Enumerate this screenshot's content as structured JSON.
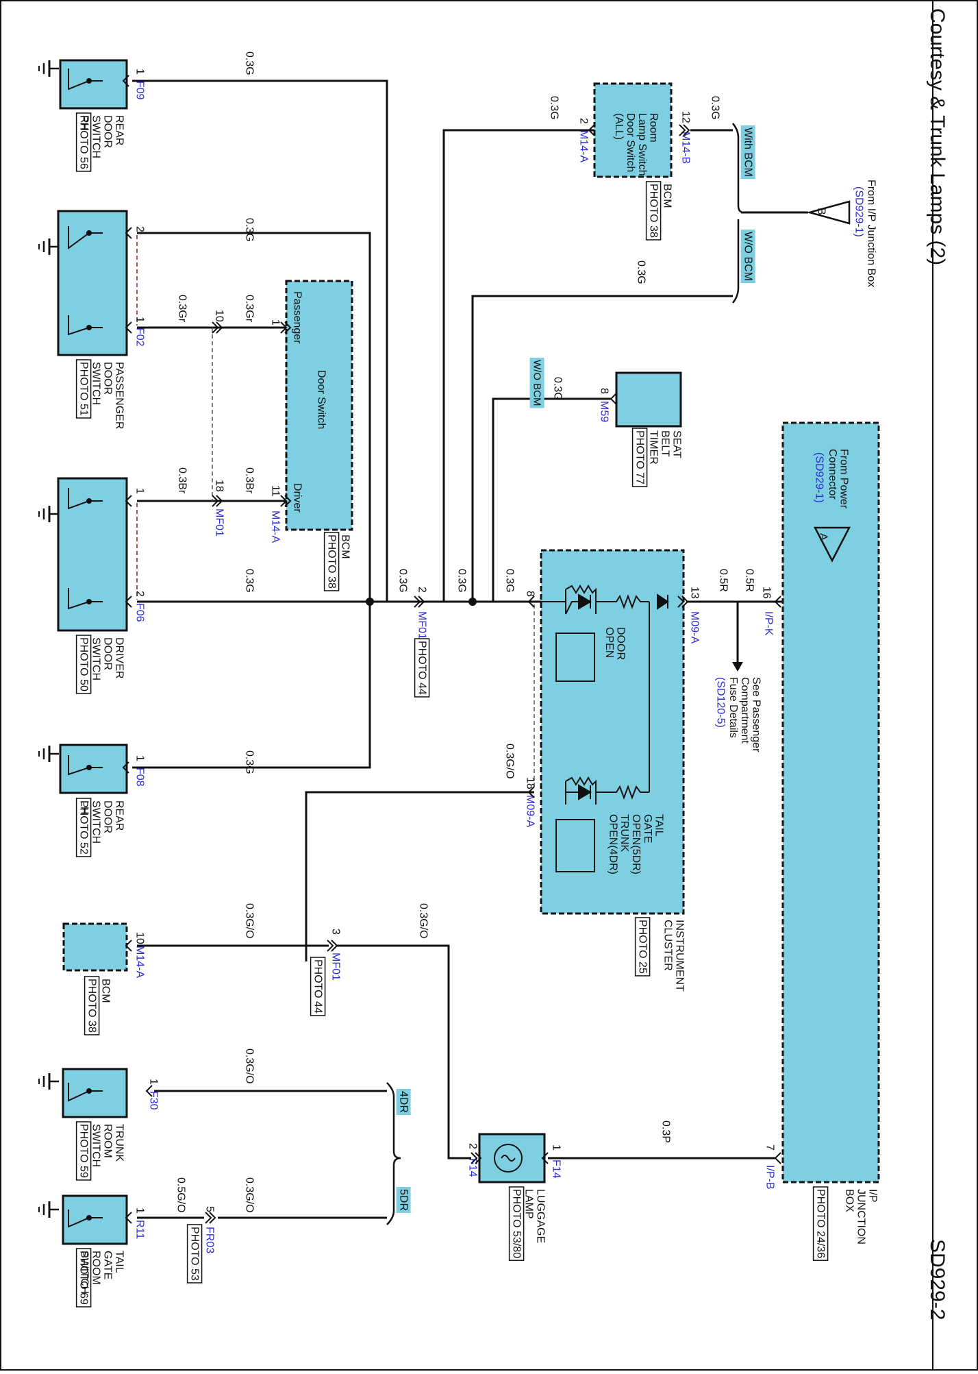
{
  "title": "Courtesy & Trunk Lamps (2)",
  "page_code": "SD929-2",
  "colors": {
    "fill": "#7ecfe2",
    "wire": "#111111",
    "link": "#2b2bd6",
    "dash": "#8b1a1a"
  },
  "from_ip_jb": {
    "line1": "From I/P Junction Box",
    "ref": "(SD929-1)",
    "tag": "B"
  },
  "variants": {
    "with_bcm": "With BCM",
    "wo_bcm": "W/O BCM",
    "wo_bcm_seat": "W/O BCM",
    "dr4": "4DR",
    "dr5": "5DR"
  },
  "rear_door_rh": {
    "name": "REAR DOOR SWITCH RH",
    "photo": "PHOTO 56",
    "pin": "1",
    "conn": "F09",
    "wire": "0.3G"
  },
  "passenger_door": {
    "name": "PASSENGER DOOR SWITCH",
    "photo": "PHOTO 51",
    "pin_top": "2",
    "pin": "1",
    "conn": "F02",
    "wire": "0.3G",
    "wire2": "0.3Gr",
    "wire3": "0.3Gr",
    "mf_pin": "10"
  },
  "bcm_door_switch": {
    "title": "Door Switch",
    "passenger": "Passenger",
    "driver": "Driver",
    "name": "BCM",
    "photo": "PHOTO 38",
    "pin1": "1",
    "pin11": "11",
    "conn": "M14-A"
  },
  "driver_door": {
    "name": "DRIVER DOOR SWITCH",
    "photo": "PHOTO 50",
    "pin_top": "1",
    "pin": "2",
    "conn": "F06",
    "wire_top": "0.3Br",
    "wire_top2": "0.3Br",
    "mf_pin": "18",
    "mf_conn": "MF01",
    "wire": "0.3G"
  },
  "rear_door_lh": {
    "name": "REAR DOOR SWITCH LH",
    "photo": "PHOTO 52",
    "pin": "1",
    "conn": "F08",
    "wire": "0.3G"
  },
  "mf01_center": {
    "pin": "2",
    "conn": "MF01",
    "photo": "PHOTO 44",
    "wire_left": "0.3G",
    "wire_mid": "0.3G",
    "wire_right": "0.3G"
  },
  "room_lamp": {
    "lines": [
      "Room",
      "Lamp Switch",
      "Door Switch",
      "(ALL)"
    ],
    "name": "BCM",
    "photo": "PHOTO 38",
    "pin_left": "2",
    "conn_left": "M14-A",
    "pin_right": "12",
    "conn_right": "M14-B",
    "wire_left": "0.3G",
    "wire_right": "0.3G",
    "wire_wo": "0.3G"
  },
  "seat_belt": {
    "name": "SEAT BELT TIMER",
    "photo": "PHOTO 77",
    "pin": "8",
    "conn": "M59",
    "wire": "0.3G"
  },
  "cluster": {
    "name": "INSTRUMENT CLUSTER",
    "photo": "PHOTO 25",
    "door_open": [
      "DOOR",
      "OPEN"
    ],
    "tail": [
      "TAIL",
      "GATE",
      "OPEN(5DR)",
      "TRUNK",
      "OPEN(4DR)"
    ],
    "pin8": "8",
    "pin13": "13",
    "conn13": "M09-A",
    "pin18": "18",
    "conn18": "M09-A",
    "wire8": "0.3G",
    "wire13": "0.5R",
    "wire18": "0.3G/O"
  },
  "fuse_note": {
    "lines": [
      "See Passenger",
      "Compartment",
      "Fuse Details"
    ],
    "ref": "(SD120-5)"
  },
  "ip_jb": {
    "name": "I/P JUNCTION BOX",
    "photo": "PHOTO 24/36",
    "from_power": [
      "From Power",
      "Connector"
    ],
    "ref": "(SD929-1)",
    "tag": "A",
    "pin16": "16",
    "conn16": "I/P-K",
    "wire16": "0.5R",
    "pin7": "7",
    "conn7": "I/P-B",
    "wire7": "0.3P"
  },
  "bcm_lower": {
    "name": "BCM",
    "photo": "PHOTO 38",
    "pin": "10",
    "conn": "M14-A",
    "wire": "0.3G/O"
  },
  "mf01_lower": {
    "pin": "3",
    "conn": "MF01",
    "photo": "PHOTO 44",
    "wire": "0.3G/O"
  },
  "trunk_room": {
    "name": "TRUNK ROOM SWITCH",
    "photo": "PHOTO 59",
    "pin": "1",
    "conn": "F30",
    "wire": "0.3G/O"
  },
  "luggage": {
    "name": "LUGGAGE LAMP",
    "photo": "PHOTO 53/80",
    "pin1": "1",
    "conn1": "F14",
    "pin2": "2",
    "conn2": "F14"
  },
  "tailgate_room": {
    "name": "TAIL GATE ROOM SWITCH",
    "photo": "PHOTO 69",
    "pin": "1",
    "conn": "R11",
    "wire_left": "0.5G/O",
    "wire_right": "0.3G/O",
    "fr_pin": "5",
    "fr_conn": "FR03",
    "fr_photo": "PHOTO 53"
  }
}
